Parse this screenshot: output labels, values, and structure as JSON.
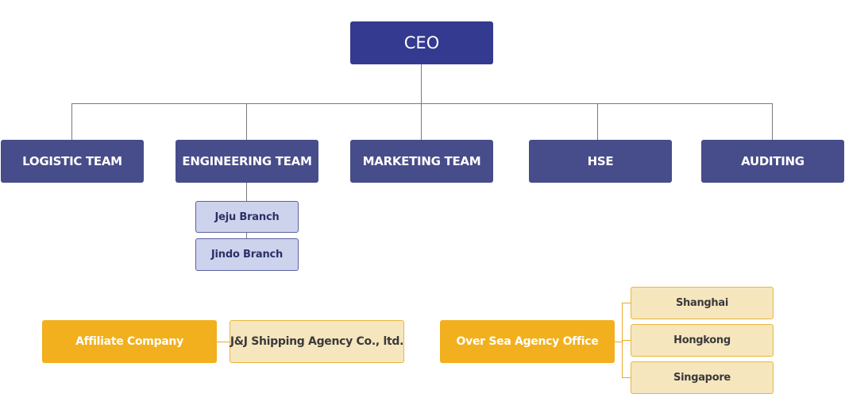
{
  "org": {
    "ceo": "CEO",
    "teams": [
      "LOGISTIC TEAM",
      "ENGINEERING TEAM",
      "MARKETING TEAM",
      "HSE",
      "AUDITING"
    ],
    "branches": [
      "Jeju Branch",
      "Jindo Branch"
    ]
  },
  "affiliate": {
    "label": "Affiliate Company",
    "company": "J&J Shipping Agency Co., ltd."
  },
  "overseas": {
    "label": "Over Sea Agency Office",
    "offices": [
      "Shanghai",
      "Hongkong",
      "Singapore"
    ]
  },
  "colors": {
    "ceo": "#333a8f",
    "team": "#474c8a",
    "branch_fill": "#cdd3ec",
    "gold": "#f2b01e",
    "cream": "#f6e6be"
  }
}
